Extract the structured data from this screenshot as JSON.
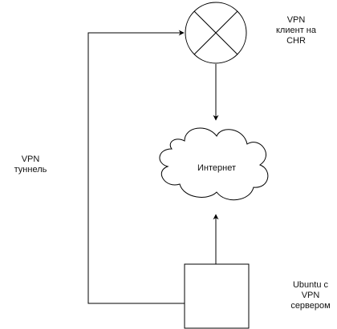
{
  "diagram": {
    "nodes": {
      "vpn_client": {
        "shape": "x-circle",
        "label_lines": [
          "VPN",
          "клиент на",
          "CHR"
        ]
      },
      "internet": {
        "shape": "cloud",
        "label": "Интернет"
      },
      "ubuntu_server": {
        "shape": "rectangle",
        "label_lines": [
          "Ubuntu с",
          "VPN",
          "сервером"
        ]
      }
    },
    "edges": [
      {
        "from": "vpn_client",
        "to": "internet",
        "arrow": "end"
      },
      {
        "from": "ubuntu_server",
        "to": "internet",
        "arrow": "end"
      },
      {
        "from": "ubuntu_server",
        "to": "vpn_client",
        "arrow": "end",
        "label_ref": "tunnel"
      }
    ],
    "tunnel": {
      "label_lines": [
        "VPN",
        "туннель"
      ]
    },
    "colors": {
      "stroke": "#000000",
      "fill": "#ffffff",
      "text": "#111111"
    }
  }
}
